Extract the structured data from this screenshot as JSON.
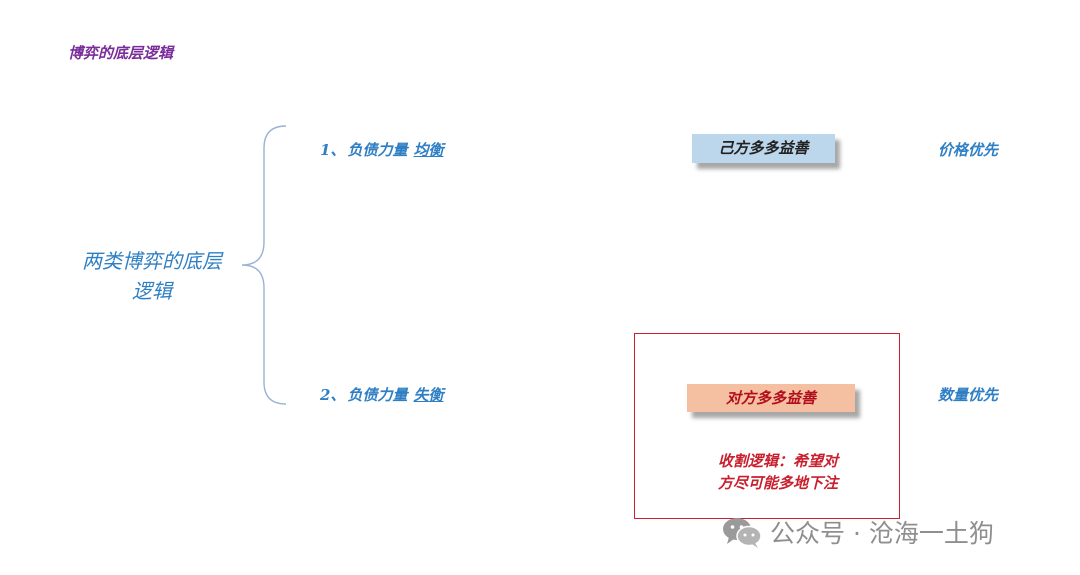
{
  "title": "博弈的底层逻辑",
  "center_label": {
    "line1": "两类博弈的底层",
    "line2": "逻辑"
  },
  "branches": [
    {
      "number": "1、",
      "text": "负债力量",
      "link": "均衡",
      "box": "己方多多益善",
      "priority": "价格优先"
    },
    {
      "number": "2、",
      "text": "负债力量",
      "link": "失衡",
      "box": "对方多多益善",
      "priority": "数量优先"
    }
  ],
  "note": {
    "line1": "收割逻辑：希望对",
    "line2": "方尽可能多地下注"
  },
  "watermark": {
    "icon": "wechat-icon",
    "text": "公众号 · 沧海一土狗"
  },
  "colors": {
    "title": "#7a2d9a",
    "blue_text": "#2f7fc4",
    "box1_fill": "#bcd6ec",
    "box2_fill": "#f5bfa2",
    "red": "#c8202e",
    "watermark": "#8f8f8f"
  }
}
